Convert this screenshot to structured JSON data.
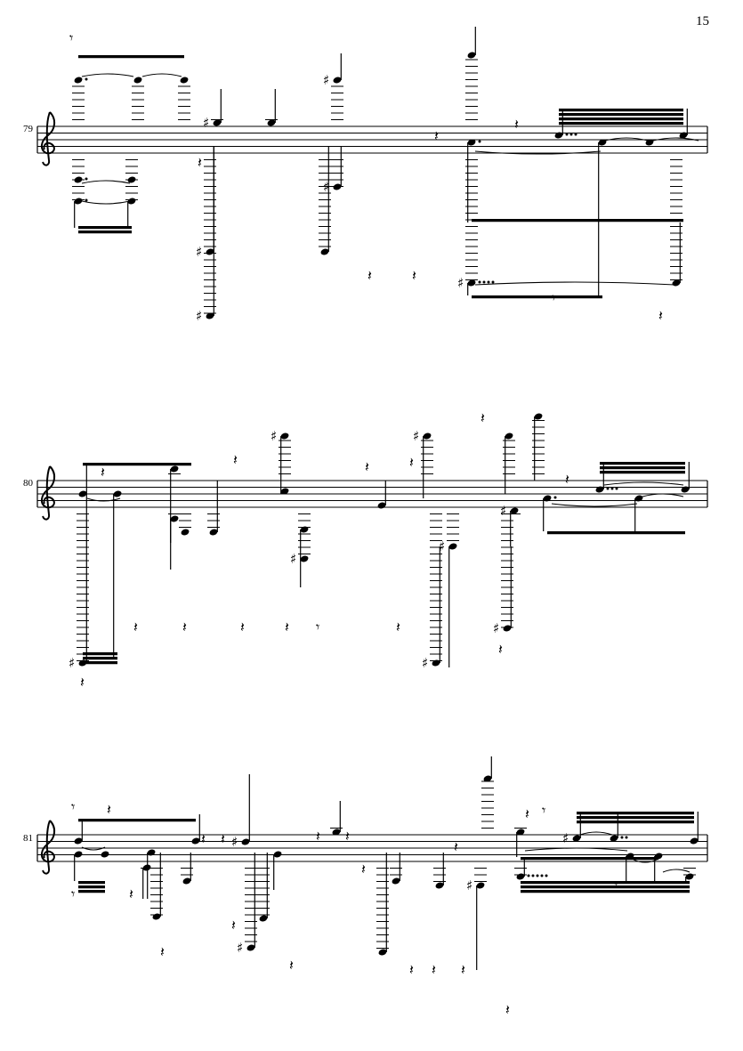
{
  "page": {
    "number": "15"
  },
  "systems": [
    {
      "measure_number": "79"
    },
    {
      "measure_number": "80"
    },
    {
      "measure_number": "81"
    }
  ],
  "notation": {
    "clef": "treble",
    "ink_color": "#000000",
    "glyphs": {
      "sharp": "♯",
      "quarter_rest": "𝄽",
      "eighth_rest": "𝄾"
    }
  }
}
